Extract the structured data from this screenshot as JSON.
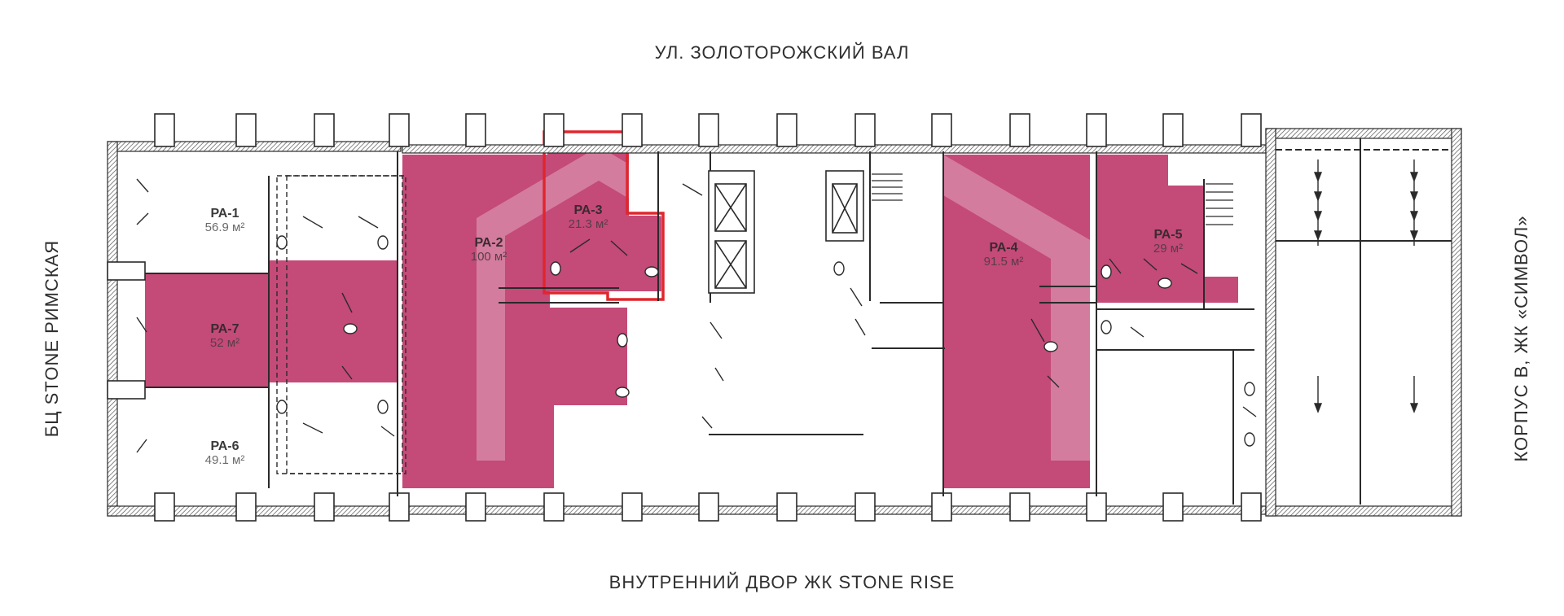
{
  "streets": {
    "top": "УЛ. ЗОЛОТОРОЖСКИЙ ВАЛ",
    "bottom": "ВНУТРЕННИЙ ДВОР ЖК STONE RISE",
    "left": "БЦ STONE РИМСКАЯ",
    "right": "КОРПУС В, ЖК «СИМВОЛ»"
  },
  "units": [
    {
      "code": "РА-1",
      "area": "56.9 м²",
      "available": false
    },
    {
      "code": "РА-2",
      "area": "100 м²",
      "available": true
    },
    {
      "code": "РА-3",
      "area": "21.3 м²",
      "available": true,
      "selected": true
    },
    {
      "code": "РА-4",
      "area": "91.5 м²",
      "available": true
    },
    {
      "code": "РА-5",
      "area": "29 м²",
      "available": true
    },
    {
      "code": "РА-6",
      "area": "49.1 м²",
      "available": false
    },
    {
      "code": "РА-7",
      "area": "52 м²",
      "available": true
    }
  ],
  "colors": {
    "available": "#c44a78",
    "selected_outline": "#e0262d",
    "wall": "#2a2a2a",
    "watermark": "#ffffff"
  },
  "icons": [
    "elevator-icon",
    "stairs-icon",
    "toilet-icon",
    "door-swing-icon",
    "arrow-down-icon"
  ]
}
